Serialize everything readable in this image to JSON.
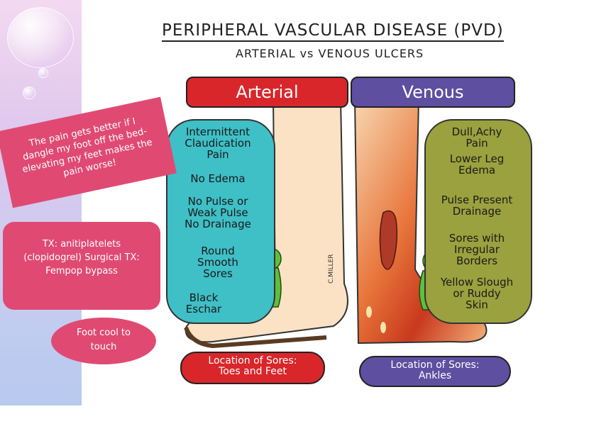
{
  "header": {
    "title": "PERIPHERAL VASCULAR DISEASE (PVD)",
    "subtitle": "ARTERIAL vs VENOUS ULCERS"
  },
  "arterial": {
    "heading": "Arterial",
    "items": [
      "Intermittent\nClaudication\nPain",
      "No Edema",
      "No Pulse or\nWeak Pulse\nNo Drainage",
      "Round\nSmooth\nSores",
      "Black\nEschar"
    ],
    "location": "Location of Sores:\nToes and Feet"
  },
  "venous": {
    "heading": "Venous",
    "items": [
      "Dull,Achy\nPain",
      "Lower Leg\nEdema",
      "Pulse Present\nDrainage",
      "Sores with\nIrregular\nBorders",
      "Yellow Slough\nor Ruddy\nSkin"
    ],
    "location": "Location of Sores:\nAnkles"
  },
  "callouts": {
    "pain_note": "The pain gets better if I dangle my foot off the bed- elevating my feet makes the pain worse!",
    "treatment": "TX: anitiplatelets (clopidogrel) Surgical TX: Fempop bypass",
    "temperature": "Foot cool to touch"
  },
  "artist_signature": "C.MILLER",
  "colors": {
    "arterial_red": "#d9262b",
    "venous_purple": "#5f4fa0",
    "teal": "#3fbfc6",
    "olive": "#9ba13e",
    "callout_pink": "#e04a72"
  }
}
